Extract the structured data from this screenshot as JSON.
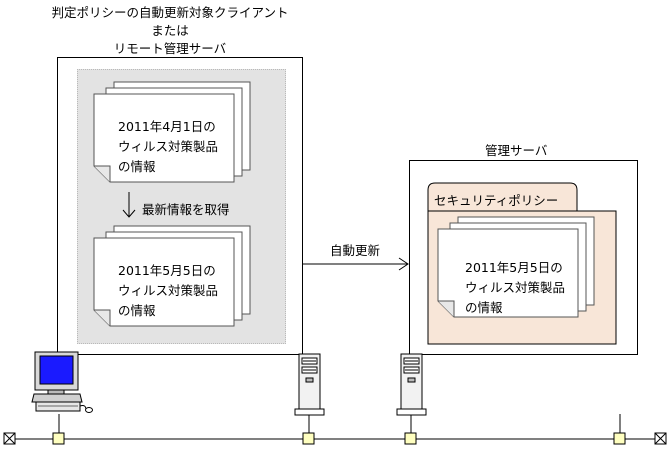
{
  "client": {
    "title_lines": [
      "判定ポリシーの自動更新対象クライアント",
      "または",
      "リモート管理サーバ"
    ],
    "doc_before": [
      "2011年4月1日の",
      "ウィルス対策製品",
      "の情報"
    ],
    "step_label": "最新情報を取得",
    "doc_after": [
      "2011年5月5日の",
      "ウィルス対策製品",
      "の情報"
    ]
  },
  "update_label": "自動更新",
  "server": {
    "title": "管理サーバ",
    "folder_tab": "セキュリティポリシー",
    "doc": [
      "2011年5月5日の",
      "ウィルス対策製品",
      "の情報"
    ]
  },
  "colors": {
    "folder_fill": "#f8e6d8",
    "shade_fill": "#e3e3e3",
    "monitor_screen": "#1a1aff",
    "node_fill": "#ffffc0"
  }
}
